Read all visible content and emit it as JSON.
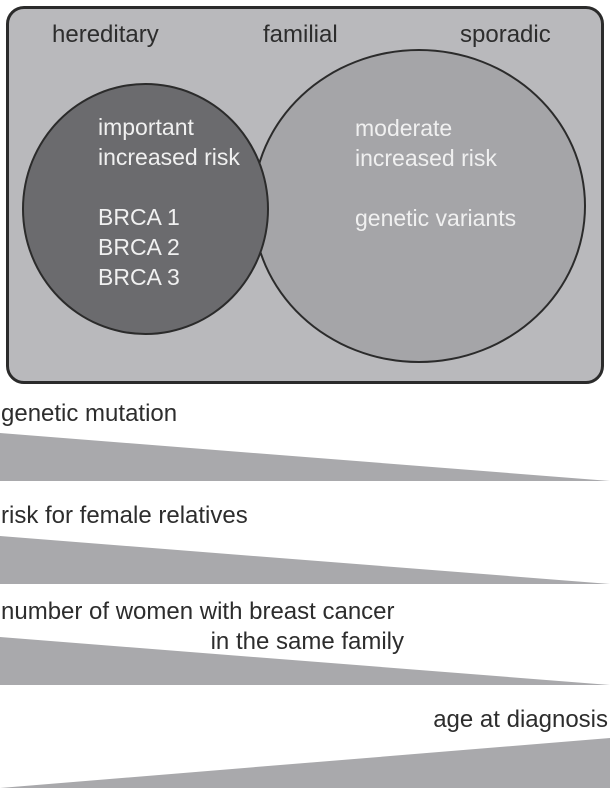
{
  "venn_panel": {
    "categories": [
      {
        "label": "hereditary"
      },
      {
        "label": "familial"
      },
      {
        "label": "sporadic"
      }
    ],
    "hereditary_circle": {
      "risk_text": [
        "important",
        "increased risk"
      ],
      "genes": [
        "BRCA 1",
        "BRCA 2",
        "BRCA 3"
      ]
    },
    "familial_sporadic_circle": {
      "risk_text": [
        "moderate",
        "increased risk"
      ],
      "variant_text": "genetic variants"
    }
  },
  "trend_rows": [
    {
      "label": "genetic mutation",
      "trend": "decreasing-left-to-right"
    },
    {
      "label": "risk for female relatives",
      "trend": "decreasing-left-to-right"
    },
    {
      "label": "number of women with breast cancer",
      "label_line_2": "in the same family",
      "trend": "decreasing-left-to-right"
    },
    {
      "label": "age at diagnosis",
      "trend": "increasing-left-to-right"
    }
  ],
  "colors": {
    "panel_background": "#b9b9bc",
    "hereditary_circle_fill": "#6b6b6e",
    "familial_circle_fill": "#a5a5a8",
    "triangle_fill": "#a9a9ac",
    "outline": "#2b2b2b",
    "dark_text": "#2d2d2d",
    "light_text": "#f0f0f0"
  }
}
